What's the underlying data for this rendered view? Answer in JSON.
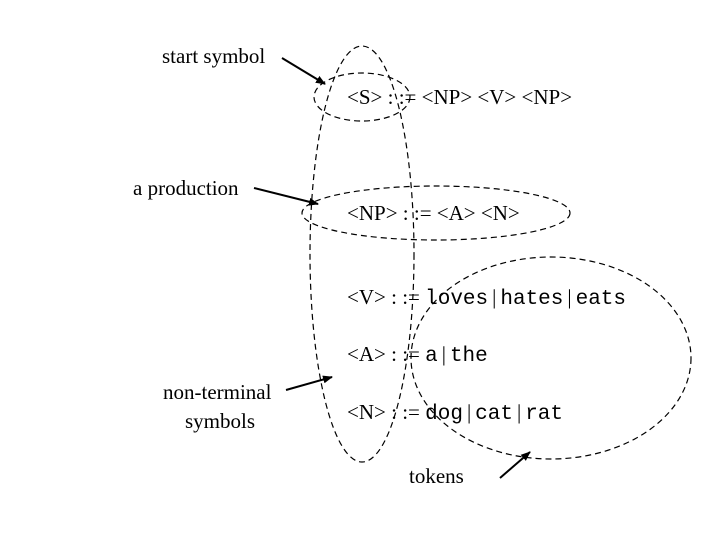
{
  "labels": {
    "start_symbol": "start symbol",
    "a_production": "a production",
    "non_terminal_line1": "non-terminal",
    "non_terminal_line2": "symbols",
    "tokens": "tokens"
  },
  "productions": {
    "s": {
      "lhs": "<S>",
      "op": ": :=",
      "rhs": "<NP> <V> <NP>"
    },
    "np": {
      "lhs": "<NP>",
      "op": ": :=",
      "rhs": "<A> <N>"
    },
    "v": {
      "lhs": "<V>",
      "op": ": :=",
      "alts": [
        "loves",
        "hates",
        "eats"
      ]
    },
    "a": {
      "lhs": "<A>",
      "op": ": :=",
      "alts": [
        "a",
        "the"
      ]
    },
    "n": {
      "lhs": "<N>",
      "op": ": :=",
      "alts": [
        "dog",
        "cat",
        "rat"
      ]
    }
  },
  "separator": "|"
}
